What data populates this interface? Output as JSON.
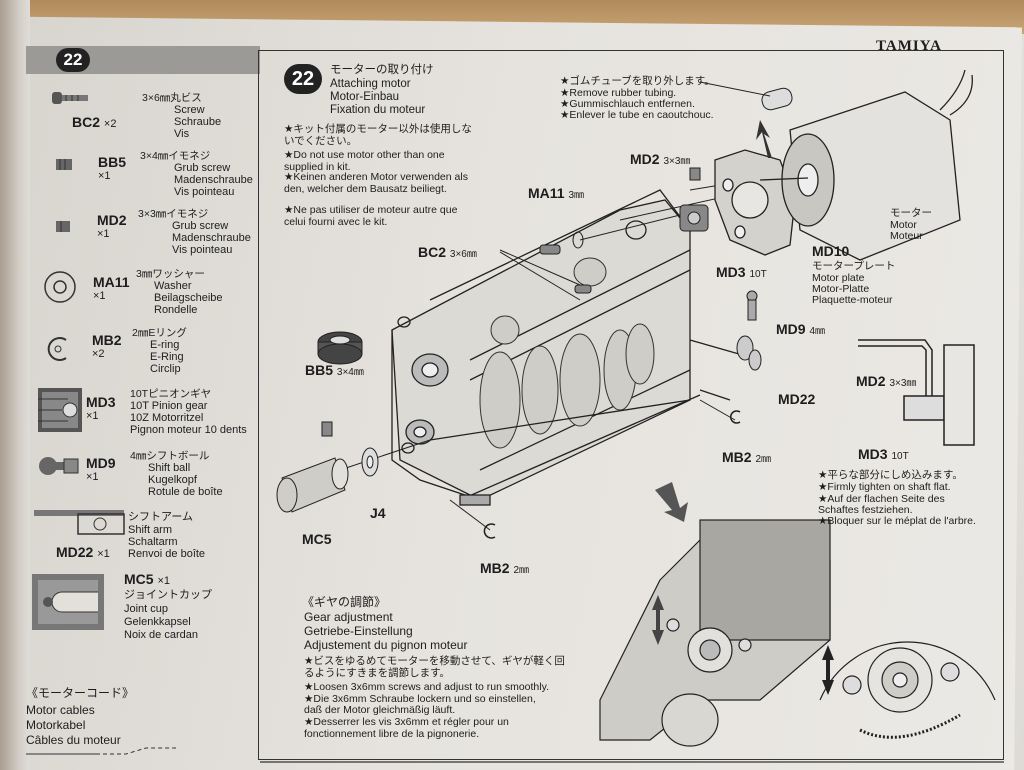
{
  "brand": "TAMIYA",
  "step_number": "22",
  "parts": [
    {
      "code": "BC2",
      "qty": "×2",
      "jp": "3×6㎜丸ビス",
      "en": "Screw",
      "de": "Schraube",
      "fr": "Vis"
    },
    {
      "code": "BB5",
      "qty": "×1",
      "jp": "3×4㎜イモネジ",
      "en": "Grub screw",
      "de": "Madenschraube",
      "fr": "Vis pointeau"
    },
    {
      "code": "MD2",
      "qty": "×1",
      "jp": "3×3㎜イモネジ",
      "en": "Grub screw",
      "de": "Madenschraube",
      "fr": "Vis pointeau"
    },
    {
      "code": "MA11",
      "qty": "×1",
      "jp": "3㎜ワッシャー",
      "en": "Washer",
      "de": "Beilagscheibe",
      "fr": "Rondelle"
    },
    {
      "code": "MB2",
      "qty": "×2",
      "jp": "2㎜Eリング",
      "en": "E-ring",
      "de": "E-Ring",
      "fr": "Circlip"
    },
    {
      "code": "MD3",
      "qty": "×1",
      "jp": "10Tピニオンギヤ",
      "en": "10T Pinion gear",
      "de": "10Z Motorritzel",
      "fr": "Pignon moteur 10 dents"
    },
    {
      "code": "MD9",
      "qty": "×1",
      "jp": "4㎜シフトボール",
      "en": "Shift ball",
      "de": "Kugelkopf",
      "fr": "Rotule de boîte"
    },
    {
      "code": "MD22",
      "qty": "×1",
      "jp": "シフトアーム",
      "en": "Shift arm",
      "de": "Schaltarm",
      "fr": "Renvoi de boîte"
    },
    {
      "code": "MC5",
      "qty": "×1",
      "jp": "ジョイントカップ",
      "en": "Joint cup",
      "de": "Gelenkkapsel",
      "fr": "Noix de cardan"
    }
  ],
  "motor_cables": {
    "jp": "《モーターコード》",
    "en": "Motor cables",
    "de": "Motorkabel",
    "fr": "Câbles du moteur"
  },
  "title": {
    "jp": "モーターの取り付け",
    "en": "Attaching motor",
    "de": "Motor-Einbau",
    "fr": "Fixation du moteur"
  },
  "warning": {
    "jp": "★キット付属のモーター以外は使用しないでください。",
    "en": "★Do not use motor other than one supplied in kit.",
    "de": "★Keinen anderen Motor verwenden als den, welcher dem Bausatz beiliegt.",
    "fr": "★Ne pas utiliser de moteur autre que celui fourni avec le kit."
  },
  "rubber_note": {
    "jp": "★ゴムチューブを取り外します。",
    "en": "★Remove rubber tubing.",
    "de": "★Gummischlauch entfernen.",
    "fr": "★Enlever le tube en caoutchouc."
  },
  "labels": {
    "md2": "MD2",
    "md2_size": "3×3㎜",
    "ma11": "MA11",
    "ma11_size": "3㎜",
    "bc2": "BC2",
    "bc2_size": "3×6㎜",
    "md3": "MD3",
    "md3_size": "10T",
    "md10": "MD10",
    "motor_plate_jp": "モータープレート",
    "motor_plate_en": "Motor plate",
    "motor_plate_de": "Motor-Platte",
    "motor_plate_fr": "Plaquette-moteur",
    "motor_jp": "モーター",
    "motor_en": "Motor",
    "motor_de": "Moteur",
    "md9": "MD9",
    "md9_size": "4㎜",
    "md22": "MD22",
    "bb5": "BB5",
    "bb5_size": "3×4㎜",
    "mc5": "MC5",
    "j4": "J4",
    "mb2": "MB2",
    "mb2_size": "2㎜"
  },
  "inset": {
    "md2": "MD2",
    "md2_size": "3×3㎜",
    "md3": "MD3",
    "md3_size": "10T",
    "jp": "★平らな部分にしめ込みます。",
    "en": "★Firmly tighten on shaft flat.",
    "de1": "★Auf der flachen Seite des",
    "de2": "Schaftes festziehen.",
    "fr": "★Bloquer sur le méplat de l'arbre."
  },
  "gear_adjust": {
    "jp_title": "《ギヤの調節》",
    "en_title": "Gear adjustment",
    "de_title": "Getriebe-Einstellung",
    "fr_title": "Adjustement du pignon moteur",
    "jp1": "★ビスをゆるめてモーターを移動させて、ギヤが軽く回",
    "jp2": "るようにすきまを調節します。",
    "en": "★Loosen 3x6mm screws and adjust to run smoothly.",
    "de1": "★Die 3x6mm Schraube lockern und so einstellen,",
    "de2": "daß der Motor gleichmäßig läuft.",
    "fr1": "★Desserrer les vis 3x6mm et régler pour un",
    "fr2": "fonctionnement libre de la pignonerie."
  }
}
